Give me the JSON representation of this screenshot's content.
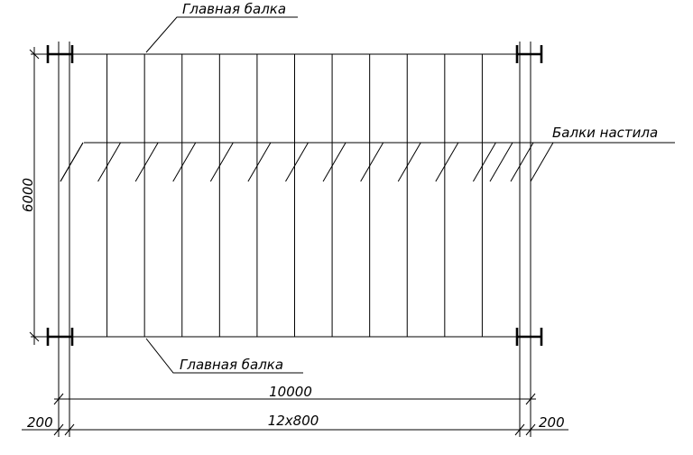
{
  "labels": {
    "main_beam_top": "Главная балка",
    "main_beam_bottom": "Главная балка",
    "deck_beams": "Балки настила"
  },
  "dimensions": {
    "height": "6000",
    "total_span": "10000",
    "spacing": "12x800",
    "left_offset": "200",
    "right_offset": "200"
  },
  "layout": {
    "deck_beam_count": 13
  },
  "colors": {
    "line": "#000000",
    "background": "#ffffff"
  }
}
